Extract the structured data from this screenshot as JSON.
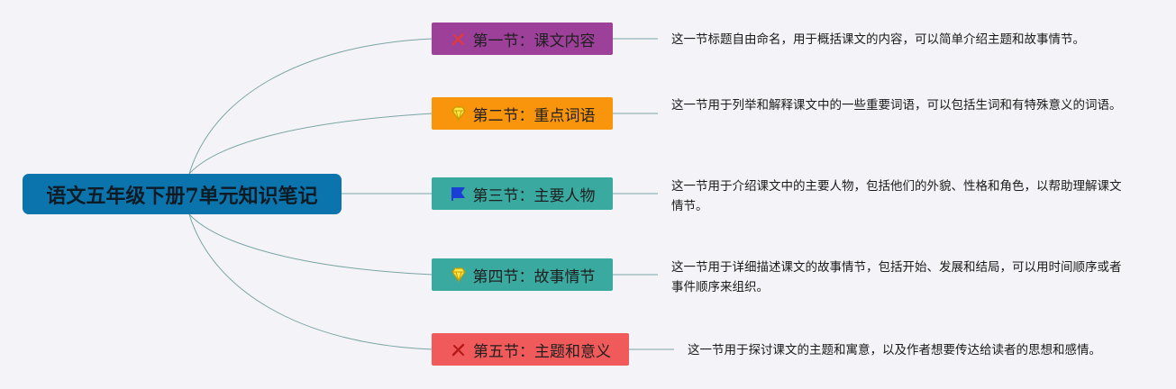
{
  "root": {
    "title": "语文五年级下册7单元知识笔记"
  },
  "colors": {
    "root": "#0b74ad",
    "line": "#7aa4a4",
    "topic1": "#9d4099",
    "topic2": "#f8950d",
    "topic3": "#3aa9a0",
    "topic4": "#3aa9a0",
    "topic5": "#f15a5a"
  },
  "topics": [
    {
      "label": "第一节：课文内容",
      "icon": "pencil-ruler-icon",
      "description": "这一节标题自由命名，用于概括课文的内容，可以简单介绍主题和故事情节。"
    },
    {
      "label": "第二节：重点词语",
      "icon": "diamond-icon",
      "description": "这一节用于列举和解释课文中的一些重要词语，可以包括生词和有特殊意义的词语。"
    },
    {
      "label": "第三节：主要人物",
      "icon": "flag-icon",
      "description": "这一节用于介绍课文中的主要人物，包括他们的外貌、性格和角色，以帮助理解课文情节。"
    },
    {
      "label": "第四节：故事情节",
      "icon": "diamond-icon",
      "description": "这一节用于详细描述课文的故事情节，包括开始、发展和结局，可以用时间顺序或者事件顺序来组织。"
    },
    {
      "label": "第五节：主题和意义",
      "icon": "pencil-ruler-icon",
      "description": "这一节用于探讨课文的主题和寓意，以及作者想要传达给读者的思想和感情。"
    }
  ]
}
